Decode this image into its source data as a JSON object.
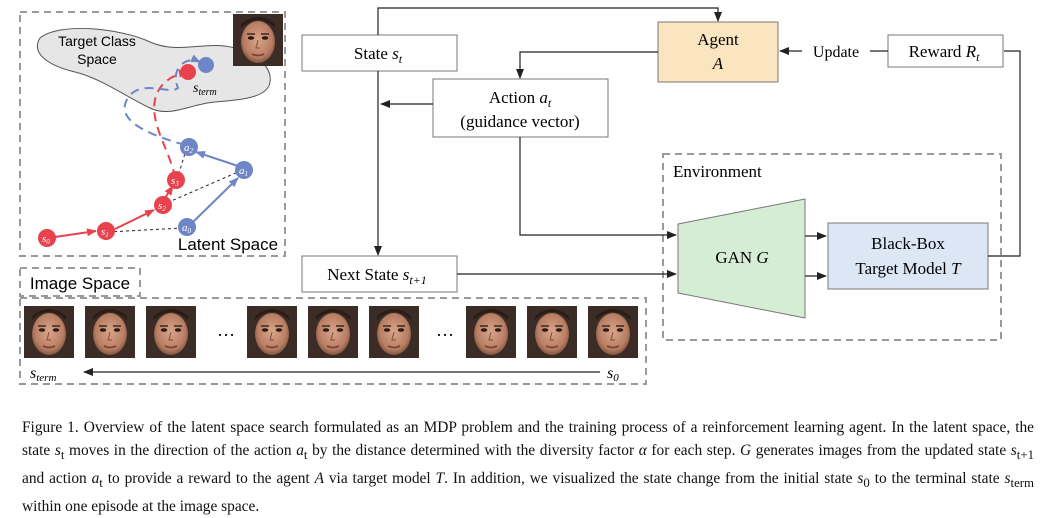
{
  "labels": {
    "target_class_space": "Target Class",
    "target_class_space_2": "Space",
    "s_term_node": "s",
    "s_term_node_sub": "term",
    "latent_space": "Latent Space",
    "image_space": "Image Space",
    "state_st": "State ",
    "state_st_var": "s",
    "state_st_sub": "t",
    "next_state": "Next State ",
    "next_state_var": "s",
    "next_state_sub": "t+1",
    "action_line1": "Action ",
    "action_var": "a",
    "action_sub": "t",
    "action_line2": "(guidance vector)",
    "agent_line1": "Agent",
    "agent_line2": "A",
    "update": "Update",
    "reward": "Reward ",
    "reward_var": "R",
    "reward_sub": "t",
    "environment": "Environment",
    "gan": "GAN ",
    "gan_var": "G",
    "blackbox_line1": "Black-Box",
    "blackbox_line2": "Target Model ",
    "blackbox_var": "T",
    "ellipsis": "…",
    "strip_left": "s",
    "strip_left_sub": "term",
    "strip_right": "s",
    "strip_right_sub": "0"
  },
  "nodes": {
    "s": [
      "s0",
      "s1",
      "s2",
      "s3"
    ],
    "a": [
      "a0",
      "a1",
      "a2"
    ]
  },
  "caption": {
    "p1": "Figure 1. Overview of the latent space search formulated as an MDP problem and the training process of a reinforcement learning agent. In the latent space, the state ",
    "m1": "s",
    "m1_sub": "t",
    "p2": " moves in the direction of the action ",
    "m2": "a",
    "m2_sub": "t",
    "p3": " by the distance determined with the diversity factor ",
    "m3": "α",
    "p4": " for each step. ",
    "m4": "G",
    "p5": " generates images from the updated state ",
    "m5": "s",
    "m5_sub": "t+1",
    "p6": " and action ",
    "m6": "a",
    "m6_sub": "t",
    "p7": " to provide a reward to the agent ",
    "m7": "A",
    "p8": " via target model ",
    "m8": "T",
    "p9": ". In addition, we visualized the state change from the initial state ",
    "m9": "s",
    "m9_sub": "0",
    "p10": " to the terminal state ",
    "m10": "s",
    "m10_sub": "term",
    "p11": " within one episode at the image space."
  },
  "colors": {
    "agent_fill": "#fbe5c0",
    "gan_fill": "#d5ecd5",
    "blackbox_fill": "#dbe7f5",
    "red_node": "#e8424f",
    "blue_node": "#6f86c6",
    "target_space": "#e6e6e6"
  },
  "icons": {
    "face": "face-photo"
  }
}
